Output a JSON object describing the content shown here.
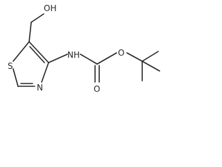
{
  "molecule": {
    "atoms": {
      "hydroxyl": "OH",
      "ring_sulfur": "S",
      "ring_nitrogen": "N",
      "amine": "NH",
      "ester_oxygen": "O",
      "carbonyl_oxygen": "O"
    }
  }
}
